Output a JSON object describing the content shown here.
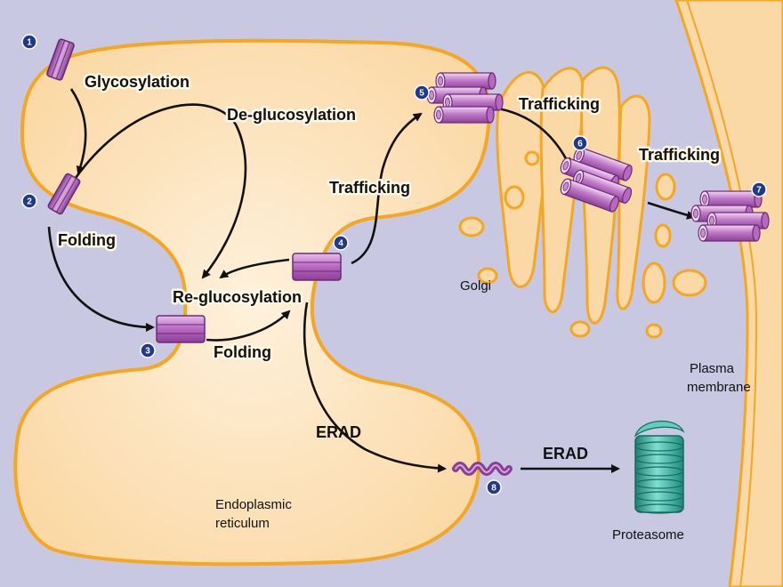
{
  "labels": {
    "glycosylation": "Glycosylation",
    "de_glucosylation": "De-glucosylation",
    "folding_1": "Folding",
    "folding_2": "Folding",
    "re_glucosylation": "Re-glucosylation",
    "trafficking_1": "Trafficking",
    "trafficking_2": "Trafficking",
    "trafficking_3": "Trafficking",
    "erad_1": "ERAD",
    "erad_2": "ERAD",
    "golgi": "Golgi",
    "plasma_membrane_1": "Plasma",
    "plasma_membrane_2": "membrane",
    "er_1": "Endoplasmic",
    "er_2": "reticulum",
    "proteasome": "Proteasome"
  },
  "steps": [
    "1",
    "2",
    "3",
    "4",
    "5",
    "6",
    "7",
    "8"
  ],
  "colors": {
    "background": "#c9c8e3",
    "cell_interior": "#dcdcee",
    "organelle_fill": "#fde7c4",
    "membrane": "#f5a623",
    "protein": "#b064b8",
    "protein_light": "#e2b6e6",
    "proteasome": "#2fa896",
    "marker": "#1f3a8a"
  }
}
